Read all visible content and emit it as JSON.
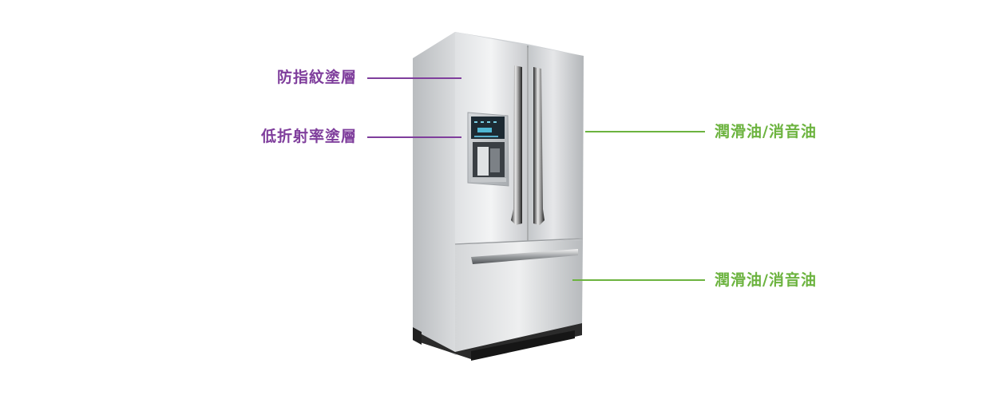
{
  "colors": {
    "purple": "#7f3e9c",
    "green": "#6cb33f"
  },
  "labels": {
    "anti_fingerprint": "防指紋塗層",
    "low_refraction": "低折射率塗層",
    "lubricant_upper": "潤滑油/消音油",
    "lubricant_lower": "潤滑油/消音油"
  }
}
